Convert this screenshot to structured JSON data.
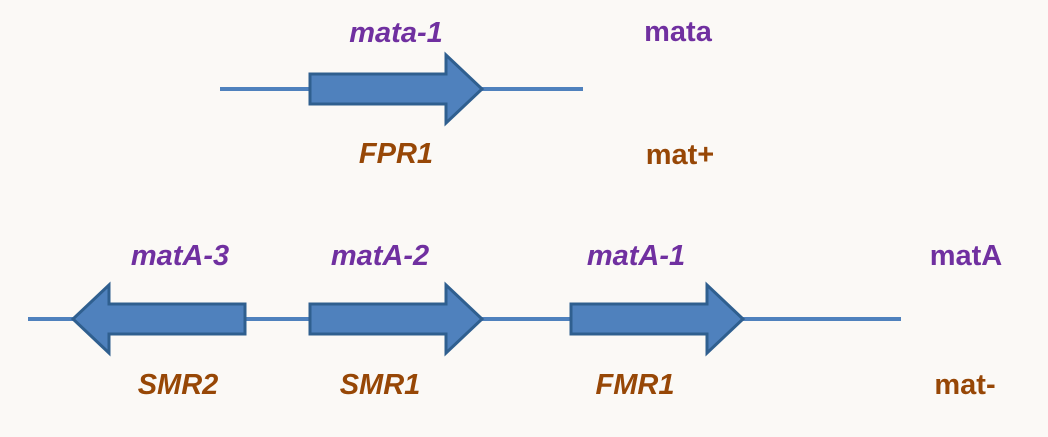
{
  "colors": {
    "locus_label": "#7030a0",
    "alt_label": "#974706",
    "gene_fill": "#4f81bd",
    "gene_stroke": "#2f5f8f",
    "dna_line": "#4f81bd",
    "background": "#fbf9f6"
  },
  "mata_locus": {
    "name": "mata",
    "alt_name": "mat+",
    "genes": [
      {
        "name": "mata-1",
        "alt_name": "FPR1",
        "direction": "forward"
      }
    ]
  },
  "matA_locus": {
    "name": "matA",
    "alt_name": "mat-",
    "genes": [
      {
        "name": "matA-3",
        "alt_name": "SMR2",
        "direction": "reverse"
      },
      {
        "name": "matA-2",
        "alt_name": "SMR1",
        "direction": "forward"
      },
      {
        "name": "matA-1",
        "alt_name": "FMR1",
        "direction": "forward"
      }
    ]
  }
}
